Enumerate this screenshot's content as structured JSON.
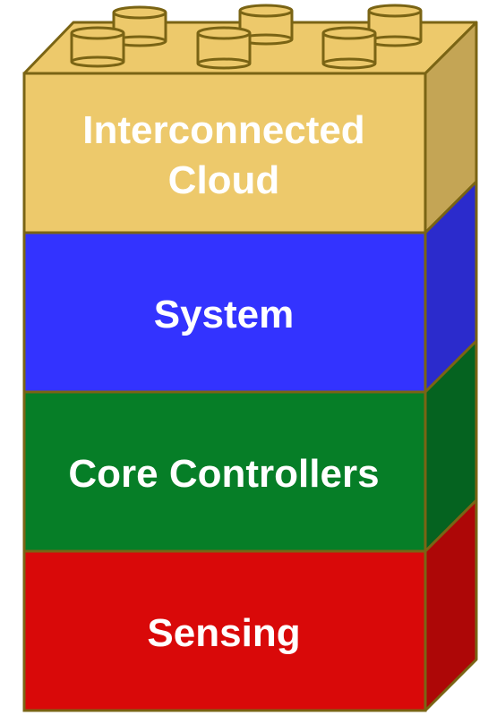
{
  "layers": [
    {
      "id": "interconnected-cloud",
      "label_lines": [
        "Interconnected",
        "Cloud"
      ],
      "front_color": "#EDC96B",
      "side_color": "#C4A555",
      "top_color": "#EDC96B"
    },
    {
      "id": "system",
      "label_lines": [
        "System"
      ],
      "front_color": "#3333FF",
      "side_color": "#2B2BCC"
    },
    {
      "id": "core-controllers",
      "label_lines": [
        "Core Controllers"
      ],
      "front_color": "#067E27",
      "side_color": "#056320"
    },
    {
      "id": "sensing",
      "label_lines": [
        "Sensing"
      ],
      "front_color": "#D90909",
      "side_color": "#AD0707"
    }
  ],
  "outline_color": "#7A6414",
  "stud_color": "#EDC96B"
}
